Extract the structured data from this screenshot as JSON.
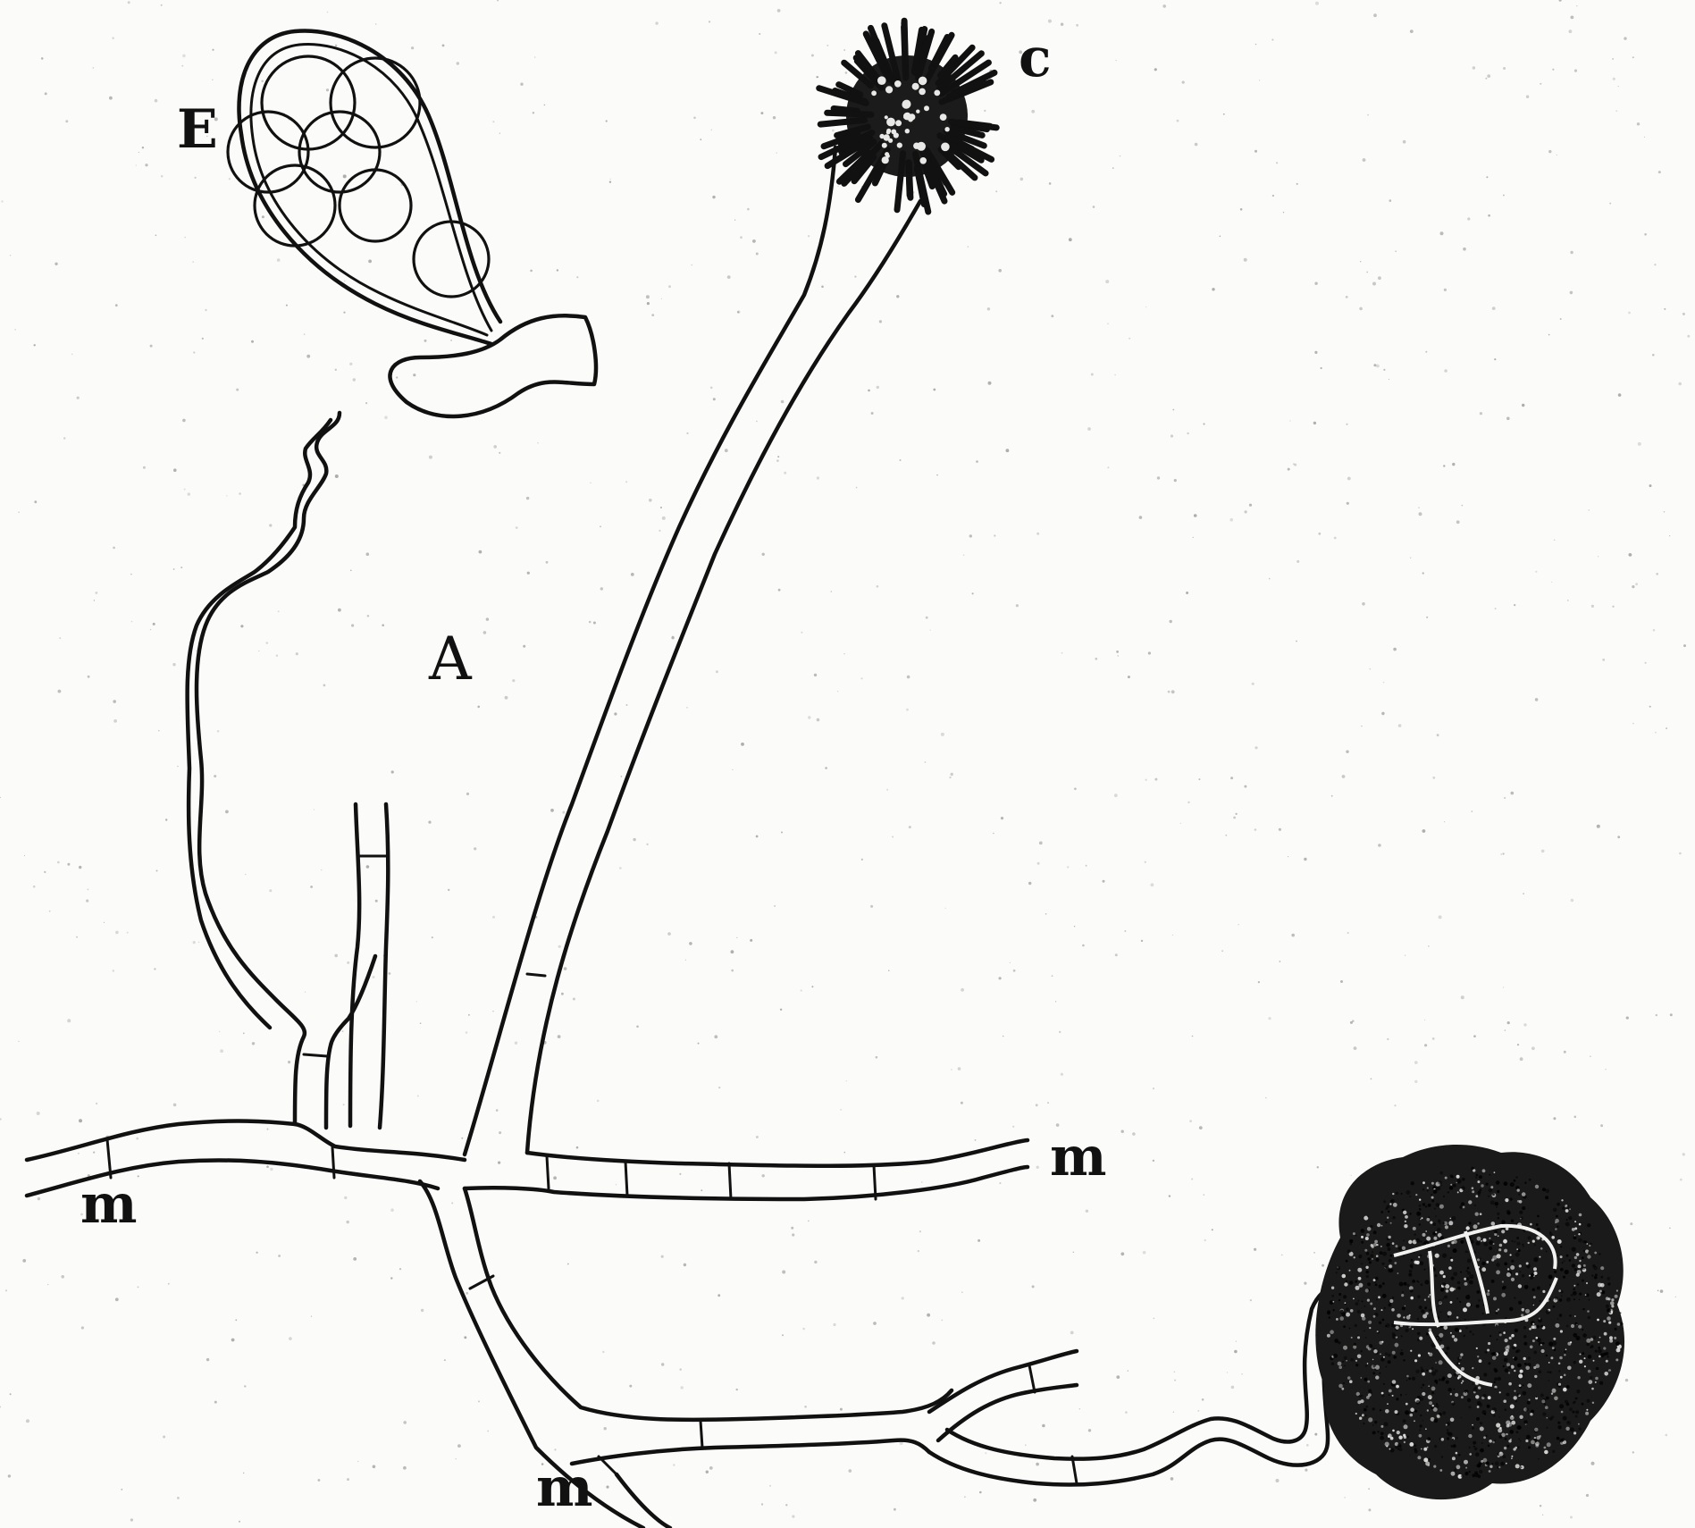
{
  "labels": {
    "sporangium": "E",
    "conidial_head": "c",
    "plant": "A",
    "mycelium_left": "m",
    "mycelium_right": "m",
    "mycelium_bottom": "m"
  },
  "colors": {
    "ink": "#111111",
    "paper": "#fbfbf9"
  }
}
